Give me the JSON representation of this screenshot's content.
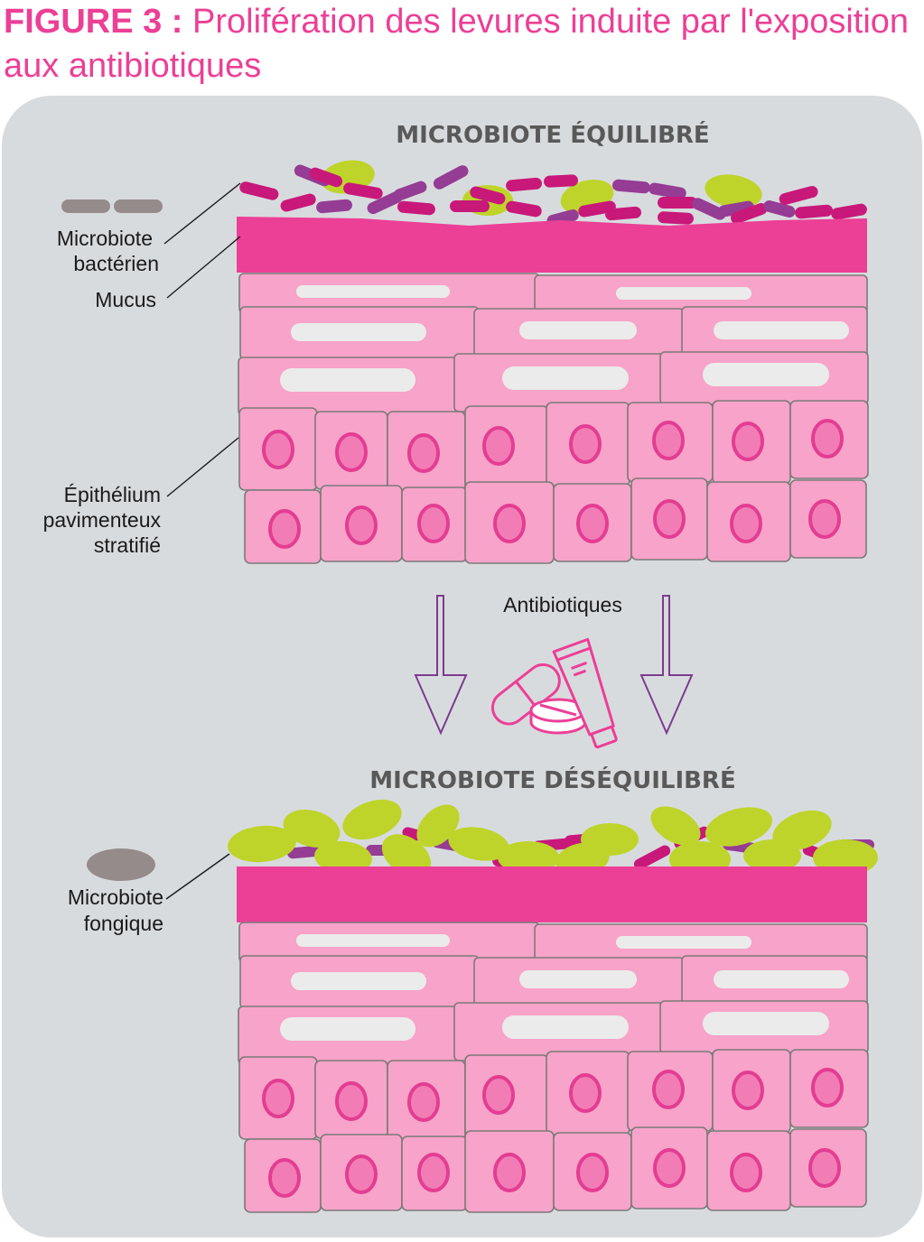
{
  "figure": {
    "label": "FIGURE 3 :",
    "title": "Prolifération des levures induite par l'exposition aux antibiotiques"
  },
  "sections": {
    "balanced_title": "MICROBIOTE ÉQUILIBRÉ",
    "unbalanced_title": "MICROBIOTE DÉSÉQUILIBRÉ",
    "transition_label": "Antibiotiques"
  },
  "legend": {
    "bacterial_line1": "Microbiote",
    "bacterial_line2": "bactérien",
    "mucus": "Mucus",
    "epithelium_line1": "Épithélium",
    "epithelium_line2": "pavimenteux",
    "epithelium_line3": "stratifié",
    "fungal_line1": "Microbiote",
    "fungal_line2": "fongique"
  },
  "colors": {
    "title_pink": "#ec3f96",
    "panel_grey": "#d8dbde",
    "mucus_magenta": "#ec3f96",
    "cell_pink": "#f8a3c9",
    "cell_border": "#7a7a7a",
    "nucleus_ring": "#e33d92",
    "bacteria_magenta": "#c8187a",
    "bacteria_purple": "#953c94",
    "yeast_green": "#bed42b",
    "arrow_purple": "#7c3b8d",
    "legend_icon_grey": "#958b8b"
  },
  "icons": [
    "capsule-icon",
    "tablet-icon",
    "cream-tube-icon",
    "down-arrow-icon"
  ]
}
